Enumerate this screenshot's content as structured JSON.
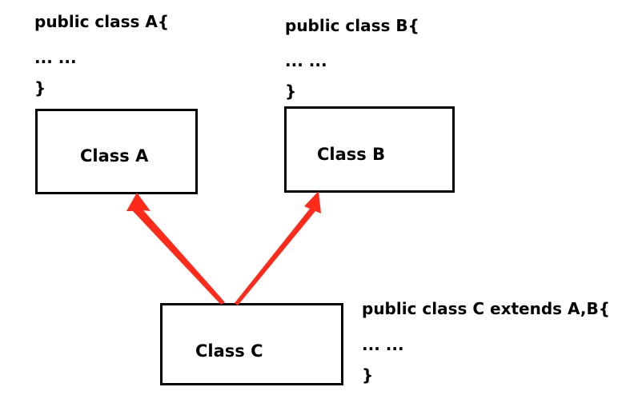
{
  "code_a": {
    "line1": "public class A{",
    "line2": "... ...",
    "line3": "}"
  },
  "code_b": {
    "line1": "public class B{",
    "line2": "... ...",
    "line3": "}"
  },
  "code_c": {
    "line1": "public class C extends A,B{",
    "line2": "... ...",
    "line3": "}"
  },
  "boxes": {
    "a_label": "Class A",
    "b_label": "Class B",
    "c_label": "Class C"
  },
  "colors": {
    "arrow": "#ff2a1a",
    "border": "#000000"
  }
}
